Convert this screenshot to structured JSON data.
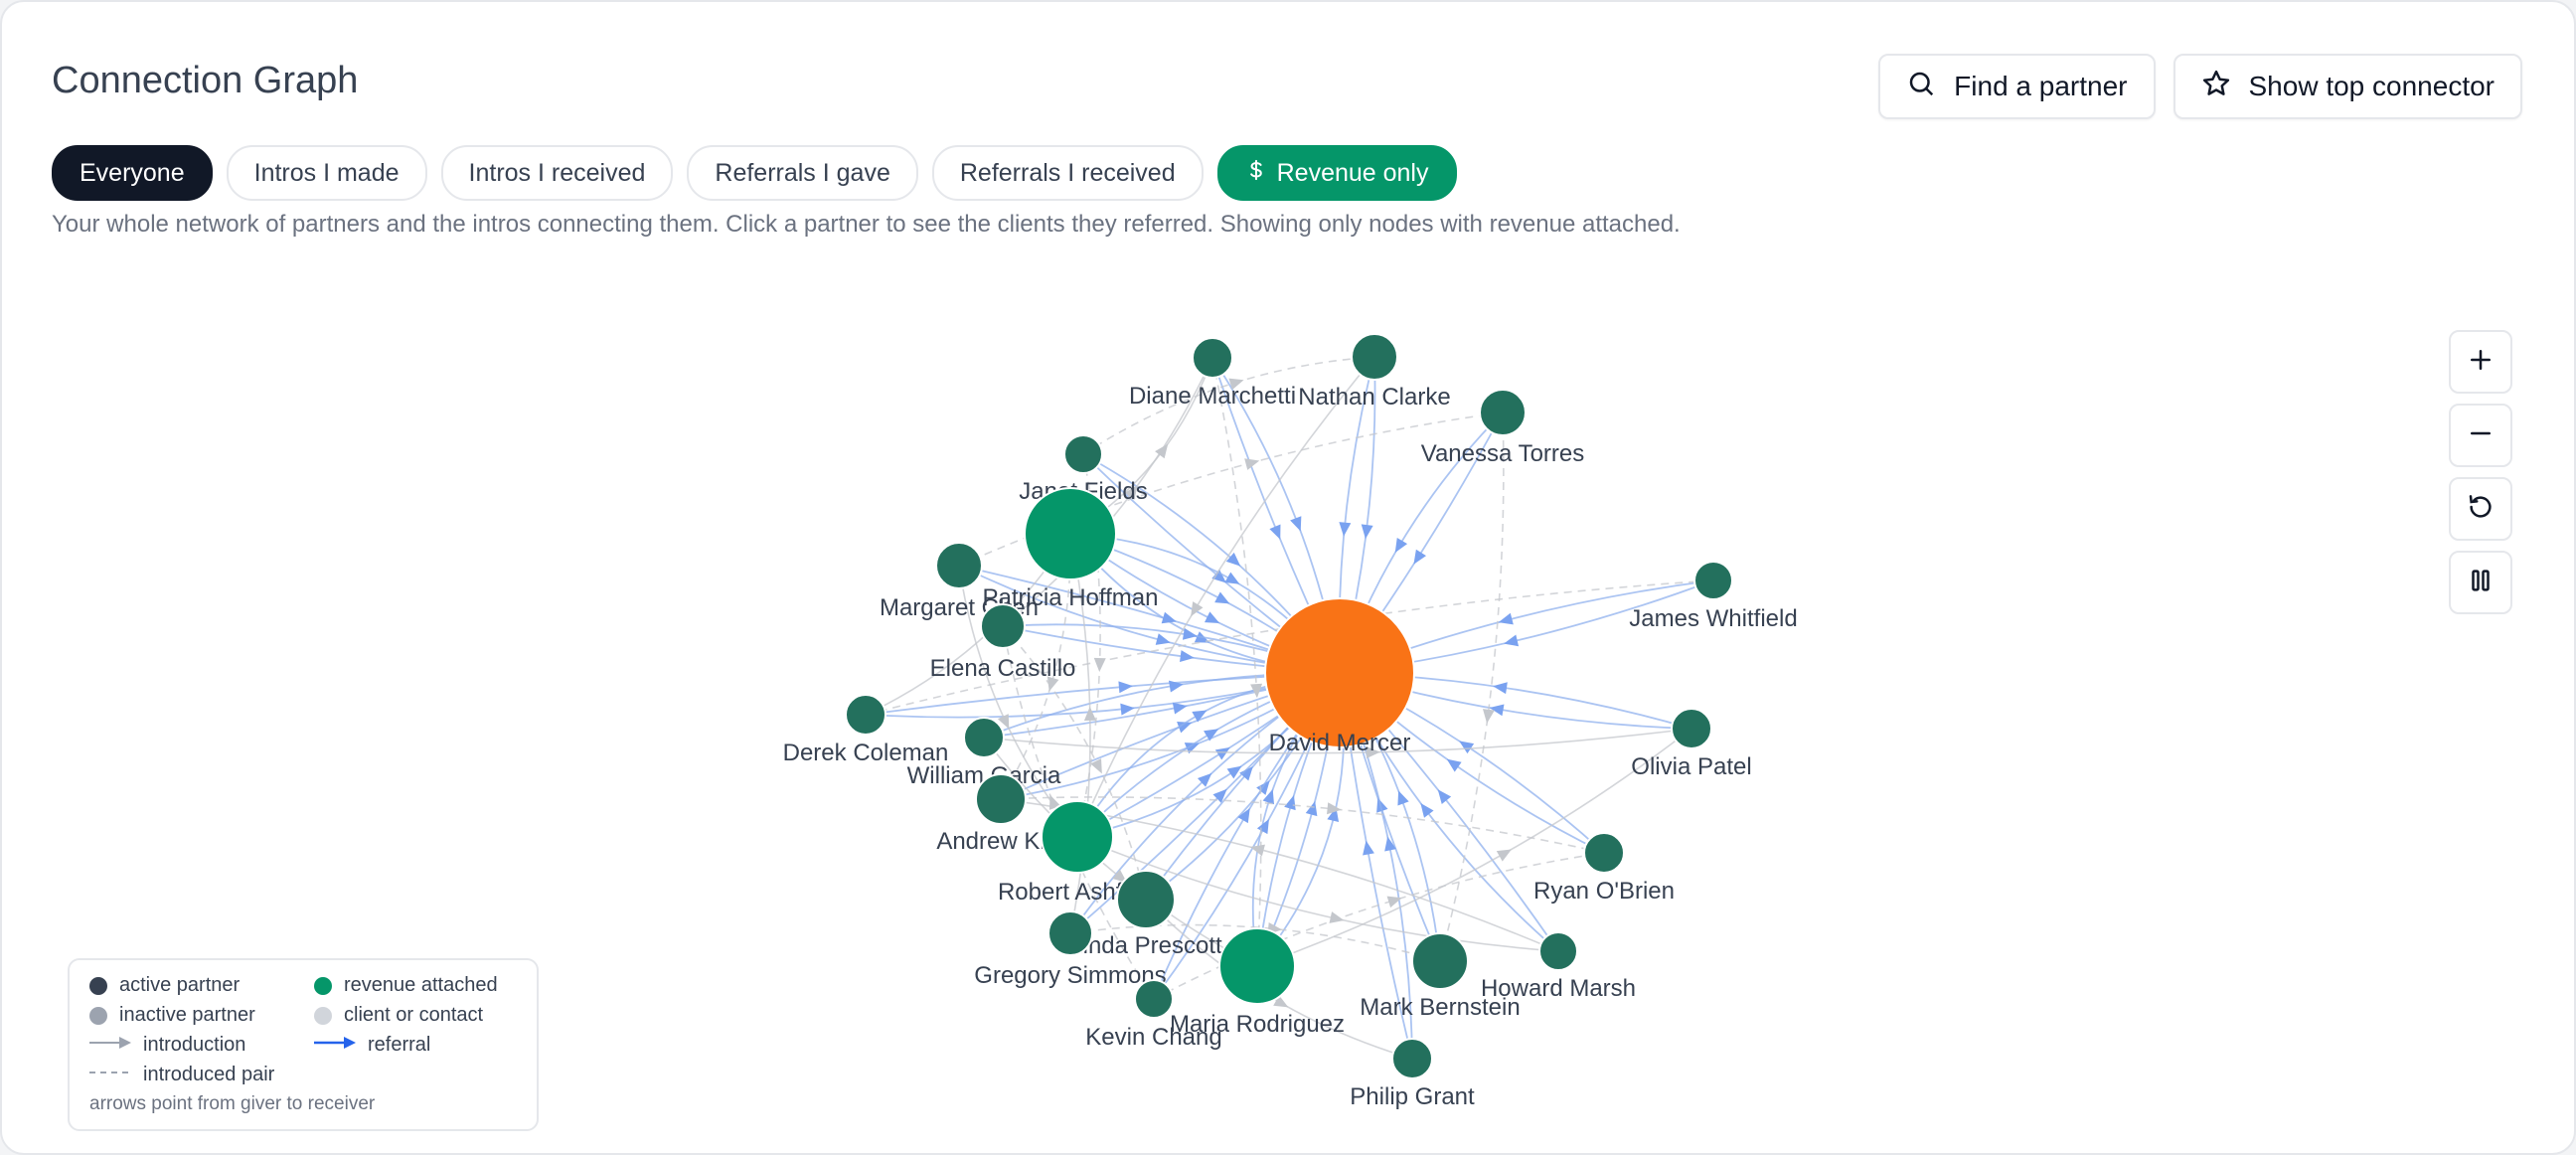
{
  "header": {
    "title": "Connection Graph",
    "find_partner": "Find a partner",
    "show_top_connector": "Show top connector"
  },
  "filters": [
    {
      "label": "Everyone",
      "state": "selected"
    },
    {
      "label": "Intros I made",
      "state": "default"
    },
    {
      "label": "Intros I received",
      "state": "default"
    },
    {
      "label": "Referrals I gave",
      "state": "default"
    },
    {
      "label": "Referrals I received",
      "state": "default"
    },
    {
      "label": "Revenue only",
      "state": "toggled-on",
      "icon": "dollar-icon"
    }
  ],
  "description": "Your whole network of partners and the intros connecting them. Click a partner to see the clients they referred. Showing only nodes with revenue attached.",
  "colors": {
    "center_node": "#f97316",
    "revenue_node": "#059669",
    "partner_node": "#23705d",
    "referral_edge": "#3b82f6",
    "intro_edge": "#9ca3af",
    "active_chip": "#111827",
    "revenue_chip": "#059669"
  },
  "graph": {
    "center": "David Mercer",
    "nodes": [
      {
        "name": "David Mercer",
        "kind": "center"
      },
      {
        "name": "Diane Marchetti",
        "kind": "partner"
      },
      {
        "name": "Nathan Clarke",
        "kind": "partner"
      },
      {
        "name": "Vanessa Torres",
        "kind": "partner"
      },
      {
        "name": "Janet Fields",
        "kind": "partner"
      },
      {
        "name": "Patricia Hoffman",
        "kind": "revenue"
      },
      {
        "name": "Margaret Chen",
        "kind": "partner"
      },
      {
        "name": "Elena Castillo",
        "kind": "partner"
      },
      {
        "name": "James Whitfield",
        "kind": "partner"
      },
      {
        "name": "Derek Coleman",
        "kind": "partner"
      },
      {
        "name": "William Garcia",
        "kind": "partner"
      },
      {
        "name": "Olivia Patel",
        "kind": "partner"
      },
      {
        "name": "Andrew Kim",
        "kind": "partner"
      },
      {
        "name": "Robert Ashford",
        "kind": "revenue"
      },
      {
        "name": "Ryan O'Brien",
        "kind": "partner"
      },
      {
        "name": "Linda Prescott",
        "kind": "partner"
      },
      {
        "name": "Gregory Simmons",
        "kind": "partner"
      },
      {
        "name": "Maria Rodriguez",
        "kind": "revenue"
      },
      {
        "name": "Mark Bernstein",
        "kind": "partner"
      },
      {
        "name": "Howard Marsh",
        "kind": "partner"
      },
      {
        "name": "Kevin Chang",
        "kind": "partner"
      },
      {
        "name": "Philip Grant",
        "kind": "partner"
      }
    ]
  },
  "zoom_controls": {
    "zoom_in": "zoom-in-icon",
    "zoom_out": "zoom-out-icon",
    "reset": "reset-icon",
    "pause": "pause-icon"
  },
  "legend": {
    "active_partner": "active partner",
    "revenue_attached": "revenue attached",
    "inactive_partner": "inactive partner",
    "client_or_contact": "client or contact",
    "introduction": "introduction",
    "referral": "referral",
    "introduced_pair": "introduced pair",
    "footnote": "arrows point from giver to receiver"
  }
}
